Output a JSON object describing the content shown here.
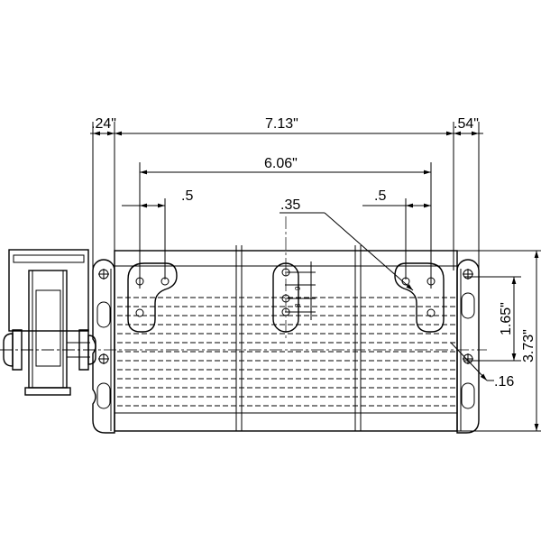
{
  "drawing": {
    "dimensions": {
      "left_offset": ".24\"",
      "overall_width": "7.13\"",
      "right_offset": ".54\"",
      "hole_spacing": "6.06\"",
      "left_slot": ".5",
      "right_slot": ".5",
      "hole_dia": ".35",
      "mount_height": "1.65\"",
      "total_height": "3.73\"",
      "small_hole": ".16",
      "center_upper": "9",
      "center_lower": "8"
    }
  }
}
